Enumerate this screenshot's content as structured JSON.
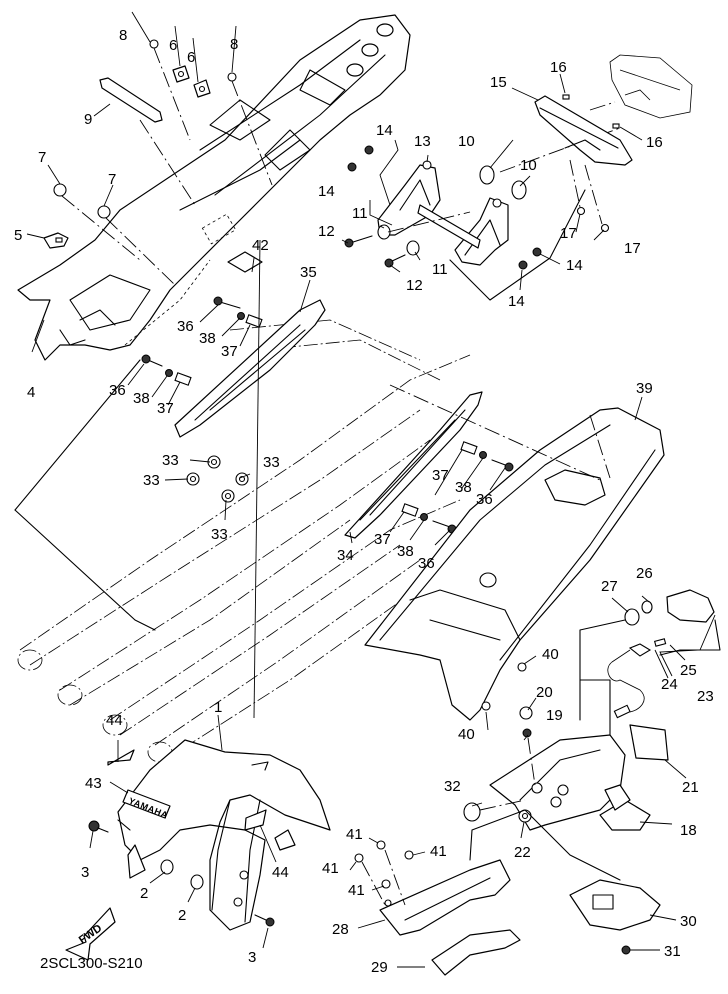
{
  "diagram": {
    "title_code": "2SCL300-S210",
    "direction_arrow_label": "FWD",
    "fender_brand_text": "YAMAHA",
    "callouts": [
      {
        "id": "c1",
        "label": "1"
      },
      {
        "id": "c2a",
        "label": "2"
      },
      {
        "id": "c2b",
        "label": "2"
      },
      {
        "id": "c3a",
        "label": "3"
      },
      {
        "id": "c3b",
        "label": "3"
      },
      {
        "id": "c4",
        "label": "4"
      },
      {
        "id": "c5",
        "label": "5"
      },
      {
        "id": "c6a",
        "label": "6"
      },
      {
        "id": "c6b",
        "label": "6"
      },
      {
        "id": "c7a",
        "label": "7"
      },
      {
        "id": "c7b",
        "label": "7"
      },
      {
        "id": "c8a",
        "label": "8"
      },
      {
        "id": "c8b",
        "label": "8"
      },
      {
        "id": "c9",
        "label": "9"
      },
      {
        "id": "c10a",
        "label": "10"
      },
      {
        "id": "c10b",
        "label": "10"
      },
      {
        "id": "c11a",
        "label": "11"
      },
      {
        "id": "c11b",
        "label": "11"
      },
      {
        "id": "c12a",
        "label": "12"
      },
      {
        "id": "c12b",
        "label": "12"
      },
      {
        "id": "c13",
        "label": "13"
      },
      {
        "id": "c14a",
        "label": "14"
      },
      {
        "id": "c14b",
        "label": "14"
      },
      {
        "id": "c14c",
        "label": "14"
      },
      {
        "id": "c14d",
        "label": "14"
      },
      {
        "id": "c15",
        "label": "15"
      },
      {
        "id": "c16a",
        "label": "16"
      },
      {
        "id": "c16b",
        "label": "16"
      },
      {
        "id": "c17a",
        "label": "17"
      },
      {
        "id": "c17b",
        "label": "17"
      },
      {
        "id": "c18",
        "label": "18"
      },
      {
        "id": "c19",
        "label": "19"
      },
      {
        "id": "c20",
        "label": "20"
      },
      {
        "id": "c21",
        "label": "21"
      },
      {
        "id": "c22",
        "label": "22"
      },
      {
        "id": "c23",
        "label": "23"
      },
      {
        "id": "c24",
        "label": "24"
      },
      {
        "id": "c25",
        "label": "25"
      },
      {
        "id": "c26",
        "label": "26"
      },
      {
        "id": "c27",
        "label": "27"
      },
      {
        "id": "c28",
        "label": "28"
      },
      {
        "id": "c29",
        "label": "29"
      },
      {
        "id": "c30",
        "label": "30"
      },
      {
        "id": "c31",
        "label": "31"
      },
      {
        "id": "c32",
        "label": "32"
      },
      {
        "id": "c33a",
        "label": "33"
      },
      {
        "id": "c33b",
        "label": "33"
      },
      {
        "id": "c33c",
        "label": "33"
      },
      {
        "id": "c33d",
        "label": "33"
      },
      {
        "id": "c34",
        "label": "34"
      },
      {
        "id": "c35",
        "label": "35"
      },
      {
        "id": "c36a",
        "label": "36"
      },
      {
        "id": "c36b",
        "label": "36"
      },
      {
        "id": "c36c",
        "label": "36"
      },
      {
        "id": "c36d",
        "label": "36"
      },
      {
        "id": "c37a",
        "label": "37"
      },
      {
        "id": "c37b",
        "label": "37"
      },
      {
        "id": "c37c",
        "label": "37"
      },
      {
        "id": "c37d",
        "label": "37"
      },
      {
        "id": "c38a",
        "label": "38"
      },
      {
        "id": "c38b",
        "label": "38"
      },
      {
        "id": "c38c",
        "label": "38"
      },
      {
        "id": "c38d",
        "label": "38"
      },
      {
        "id": "c39",
        "label": "39"
      },
      {
        "id": "c40a",
        "label": "40"
      },
      {
        "id": "c40b",
        "label": "40"
      },
      {
        "id": "c41a",
        "label": "41"
      },
      {
        "id": "c41b",
        "label": "41"
      },
      {
        "id": "c41c",
        "label": "41"
      },
      {
        "id": "c41d",
        "label": "41"
      },
      {
        "id": "c42",
        "label": "42"
      },
      {
        "id": "c43",
        "label": "43"
      },
      {
        "id": "c44a",
        "label": "44"
      },
      {
        "id": "c44b",
        "label": "44"
      }
    ]
  }
}
